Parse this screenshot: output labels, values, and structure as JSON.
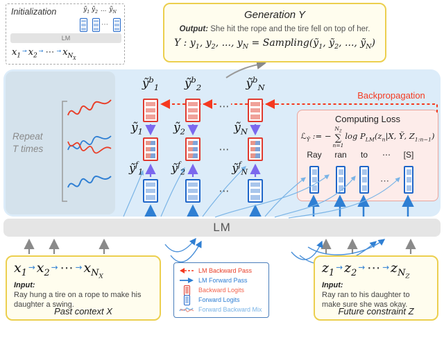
{
  "initialization": {
    "title": "Initialization",
    "stack_labels_html": "ỹ<sub>1</sub> ỹ<sub>2</sub> <span class='dots-sm'>...</span> ỹ<sub>N</sub>",
    "lm_label": "LM",
    "tokens_html": "x<sub>1</sub><span class='tok-ar'>→</span>x<sub>2</sub><span class='tok-ar'>→</span><span class='dots-sm'>⋯</span><span class='tok-ar'>→</span>x<sub>N<sub>X</sub></sub>"
  },
  "generation": {
    "title": "Generation Y",
    "output_label": "Output:",
    "output_text": "She hit the rope and the tire fell on top of her.",
    "formula_html": "Y : y<sub>1</sub>, y<sub>2</sub>, ..., y<sub>N</sub> = Sampling(ỹ<sub>1</sub>, ỹ<sub>2</sub>, ..., ỹ<sub>N</sub>)"
  },
  "main": {
    "repeat_line1": "Repeat",
    "repeat_line2": "T times",
    "backprop_label": "Backpropagation",
    "ellipsis": "⋯",
    "columns": [
      {
        "top_html": "ỹ<sup>b</sup><sub>1</sub>",
        "mid_html": "ỹ<sub>1</sub>",
        "bot_html": "ỹ<sup>f</sup><sub>1</sub>"
      },
      {
        "top_html": "ỹ<sup>b</sup><sub>2</sub>",
        "mid_html": "ỹ<sub>2</sub>",
        "bot_html": "ỹ<sup>f</sup><sub>2</sub>"
      },
      {
        "top_html": "ỹ<sup>b</sup><sub>N</sub>",
        "mid_html": "ỹ<sub>N</sub>",
        "bot_html": "ỹ<sup>f</sup><sub>N</sub>"
      }
    ],
    "loss": {
      "title": "Computing Loss",
      "formula_lhs_html": "ℒ<sub>Ỹ</sub> := −",
      "sum_top_html": "N<sub>Z</sub>",
      "sum_symbol": "∑",
      "sum_bottom": "n=1",
      "formula_rhs_html": "log P<sub>LM</sub>(z<sub>n</sub>|X, Ỹ, Z<sub>1:n−1</sub>)",
      "tokens": [
        "Ray",
        "ran",
        "to",
        "⋯",
        "[S]"
      ]
    }
  },
  "lm_label": "LM",
  "past_context": {
    "tokens_html": "x<sub>1</sub><span class='tok-ar'>→</span>x<sub>2</sub><span class='tok-ar'>→</span><span class='dots-md'>⋯</span><span class='tok-ar'>→</span>x<sub>N<sub>X</sub></sub>",
    "input_label": "Input:",
    "input_text": "Ray hung a tire on a rope to make his daughter a swing.",
    "caption": "Past context X"
  },
  "future_constraint": {
    "tokens_html": "z<sub>1</sub><span class='tok-ar'>→</span>z<sub>2</sub><span class='tok-ar'>→</span><span class='dots-md'>⋯</span><span class='tok-ar'>→</span>z<sub>N<sub>Z</sub></sub>",
    "input_label": "Input:",
    "input_text": "Ray ran to his daughter to make sure she was okay.",
    "caption": "Future constraint Z"
  },
  "legend": {
    "items": [
      {
        "label": "LM Backward Pass"
      },
      {
        "label": "LM Forward Pass"
      },
      {
        "label": "Backward Logits"
      },
      {
        "label": "Forward Logits"
      },
      {
        "label": "Forward Backward Mix"
      }
    ]
  },
  "colors": {
    "red": "#e8402a",
    "blue": "#2f7fd3",
    "light_blue": "#7ab4e6",
    "purple": "#7b68ee",
    "gold": "#eccf4e",
    "panel_blue": "#dcecf9",
    "loss_pink": "#fdecea"
  }
}
